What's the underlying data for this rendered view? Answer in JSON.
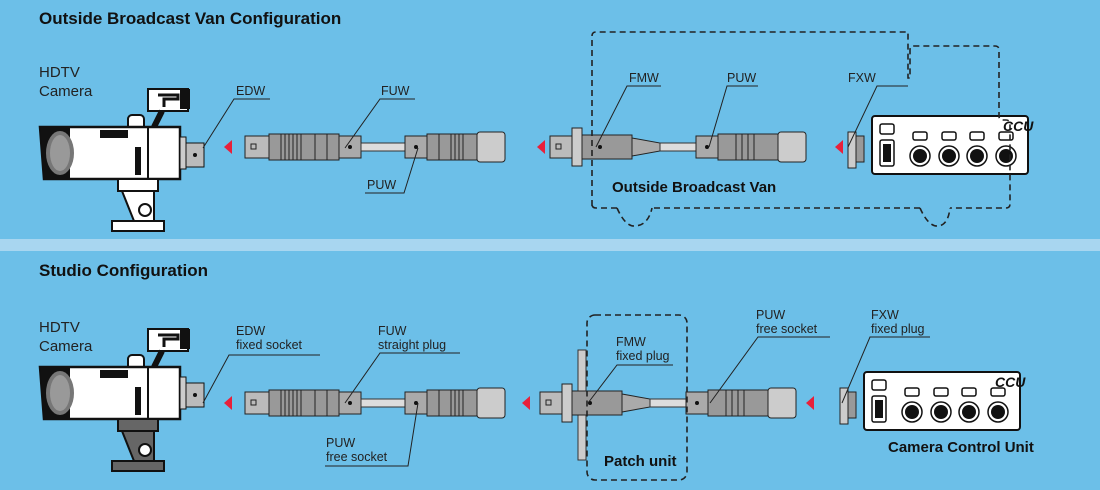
{
  "sections": {
    "ob_van": {
      "title": "Outside Broadcast Van Configuration",
      "camera_label": [
        "HDTV",
        "Camera"
      ],
      "connectors": {
        "edw": {
          "name": "EDW"
        },
        "fuw": {
          "name": "FUW"
        },
        "puw_lower": {
          "name": "PUW"
        },
        "fmw": {
          "name": "FMW"
        },
        "puw_upper": {
          "name": "PUW"
        },
        "fxw": {
          "name": "FXW"
        }
      },
      "ccu_badge": "CCU",
      "van_label": "Outside Broadcast Van"
    },
    "studio": {
      "title": "Studio Configuration",
      "camera_label": [
        "HDTV",
        "Camera"
      ],
      "connectors": {
        "edw": {
          "name": "EDW",
          "type": "fixed socket"
        },
        "fuw": {
          "name": "FUW",
          "type": "straight plug"
        },
        "puw_lower": {
          "name": "PUW",
          "type": "free socket"
        },
        "fmw": {
          "name": "FMW",
          "type": "fixed plug"
        },
        "puw_upper": {
          "name": "PUW",
          "type": "free socket"
        },
        "fxw": {
          "name": "FXW",
          "type": "fixed plug"
        }
      },
      "ccu_badge": "CCU",
      "patch_label": "Patch unit",
      "ccu_label": "Camera Control Unit"
    }
  },
  "colors": {
    "background": "#6cbfe8",
    "separator": "#a8d6f0",
    "arrow": "#e8203a"
  }
}
